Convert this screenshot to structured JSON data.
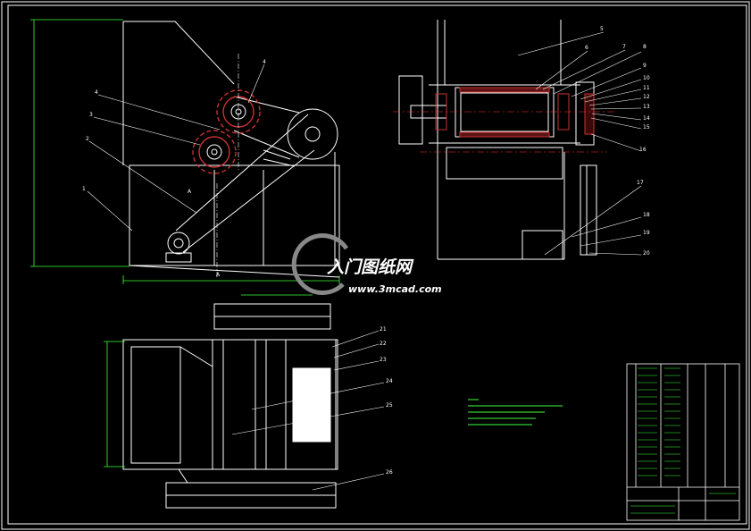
{
  "parts_top": [
    "1",
    "2",
    "3",
    "4",
    "4"
  ],
  "section_mark": "A",
  "parts_right": [
    "5",
    "6",
    "7",
    "8",
    "9",
    "10",
    "11",
    "12",
    "13",
    "14",
    "15",
    "16",
    "17",
    "18",
    "19",
    "20"
  ],
  "parts_bottom": [
    "21",
    "22",
    "23",
    "24",
    "25",
    "26"
  ],
  "colors": {
    "background": "#000000",
    "lines": "#ffffff",
    "dimension": "#3cff3c",
    "section": "#ff3030",
    "hatch": "#c83232"
  },
  "watermark": {
    "brand": "入门图纸网",
    "url": "www.3mcad.com"
  }
}
